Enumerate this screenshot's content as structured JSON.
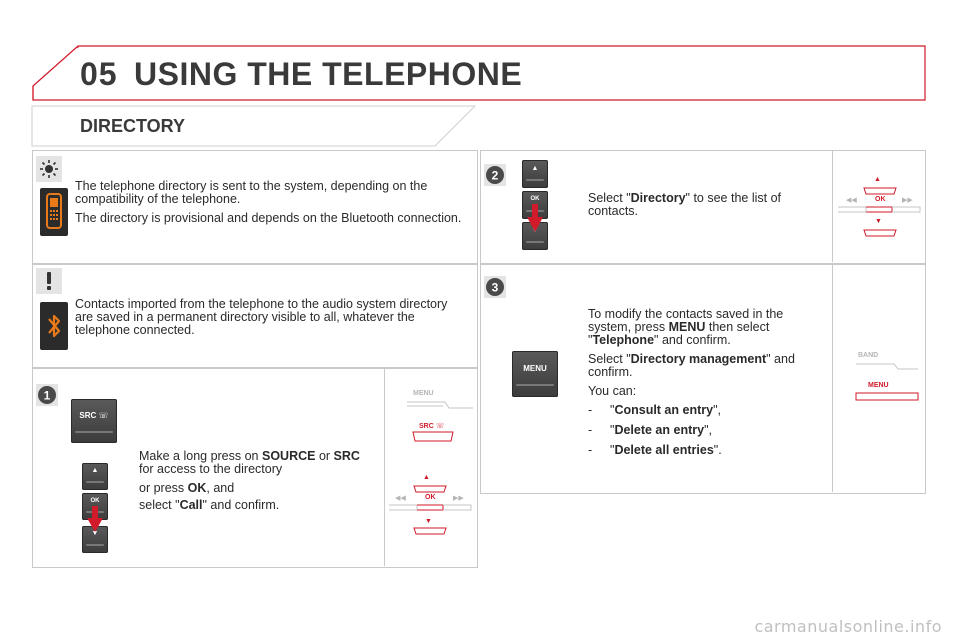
{
  "header": {
    "chapter": "05",
    "title": "USING THE TELEPHONE",
    "section": "DIRECTORY"
  },
  "info_panel": {
    "para1": "The telephone directory is sent to the system, depending on the compatibility of the telephone.",
    "para2": "The directory is provisional and depends on the Bluetooth connection."
  },
  "warning_panel": {
    "para1": "Contacts imported from the telephone to the audio system directory are saved in a permanent directory visible to all, whatever the telephone connected."
  },
  "step1": {
    "number": "1",
    "line1_a": "Make a long press on ",
    "line1_b": "SOURCE",
    "line1_c": " or ",
    "line1_d": "SRC",
    "line2": "for access to the directory",
    "line3_a": "or press ",
    "line3_b": "OK",
    "line3_c": ", and",
    "line4_a": "select \"",
    "line4_b": "Call",
    "line4_c": "\" and confirm.",
    "src_label": "SRC",
    "ok_label": "OK",
    "menu_label": "MENU"
  },
  "step2": {
    "number": "2",
    "line_a": "Select \"",
    "line_b": "Directory",
    "line_c": "\" to see the list of contacts.",
    "ok_label": "OK"
  },
  "step3": {
    "number": "3",
    "p1_a": "To modify the contacts saved in the system, press ",
    "p1_b": "MENU",
    "p1_c": " then select \"",
    "p1_d": "Telephone",
    "p1_e": "\" and confirm.",
    "p2_a": "Select \"",
    "p2_b": "Directory management",
    "p2_c": "\" and confirm.",
    "p3": "You can:",
    "items": [
      {
        "dash": "-",
        "pre": "\"",
        "label": "Consult an entry",
        "post": "\","
      },
      {
        "dash": "-",
        "pre": "\"",
        "label": "Delete an entry",
        "post": "\","
      },
      {
        "dash": "-",
        "pre": "\"",
        "label": "Delete all entries",
        "post": "\"."
      }
    ],
    "menu_label": "MENU",
    "band_label": "BAND"
  },
  "footer": {
    "text": "carmanualsonline.info"
  },
  "colors": {
    "accent": "#d11a2a",
    "text": "#3a3a3a",
    "border": "#c9c9c9"
  }
}
